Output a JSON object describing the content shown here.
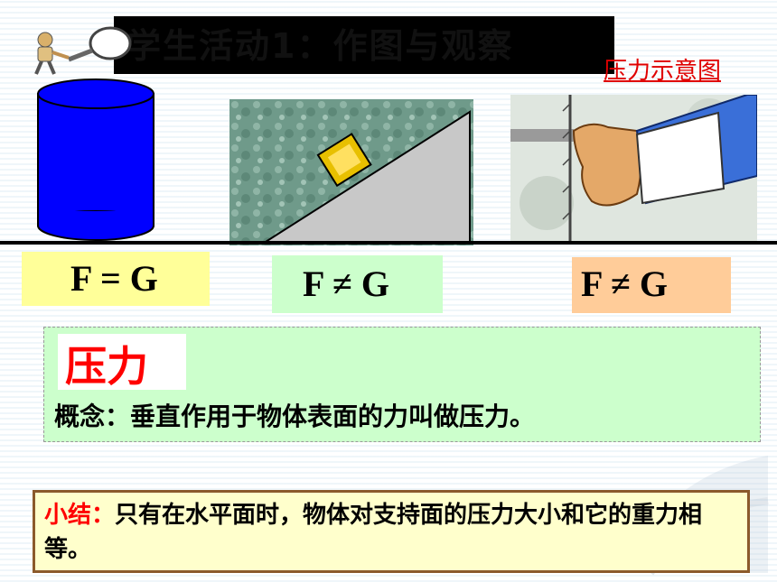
{
  "header": {
    "title": "学生活动1：作图与观察",
    "link_label": "压力示意图"
  },
  "equations": [
    {
      "label": "F = G",
      "color": "#ffff99"
    },
    {
      "label": "F ≠ G",
      "color": "#ccffcc"
    },
    {
      "label": "F ≠ G",
      "color": "#ffcc99"
    }
  ],
  "concept": {
    "title": "压力",
    "text": "概念：垂直作用于物体表面的力叫做压力。"
  },
  "summary": {
    "label": "小结：",
    "text": "只有在水平面时，物体对支持面的压力大小和它的重力相等。"
  },
  "colors": {
    "cylinder": "#0000ff",
    "block": "#e8c000",
    "accent_red": "#ff0000"
  }
}
